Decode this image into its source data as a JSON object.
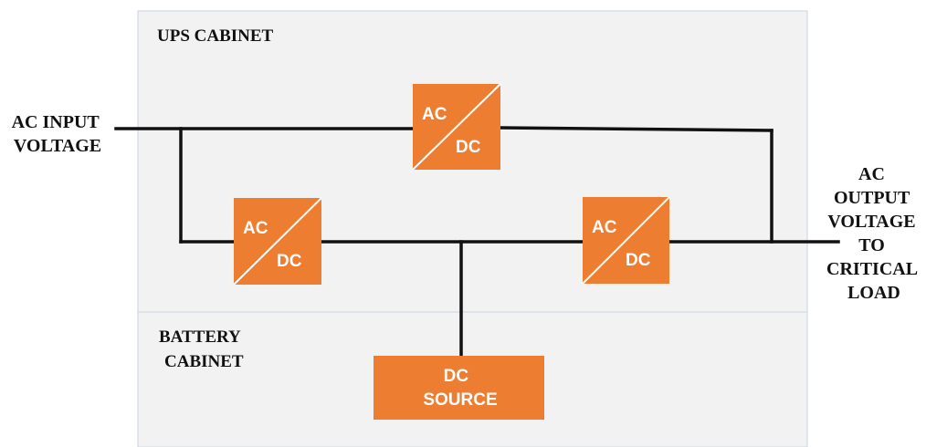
{
  "colors": {
    "cabinet_fill": "#f2f2f2",
    "cabinet_border": "#c9d3e0",
    "converter_fill": "#ed7d31",
    "wire": "#111111"
  },
  "ups_cabinet": {
    "label": "UPS CABINET"
  },
  "battery_cabinet": {
    "label_lines": [
      "BATTERY",
      "CABINET"
    ]
  },
  "input": {
    "label_lines": [
      "AC INPUT",
      "VOLTAGE"
    ]
  },
  "output": {
    "label_lines": [
      "AC",
      "OUTPUT",
      "VOLTAGE",
      "TO",
      "CRITICAL",
      "LOAD"
    ]
  },
  "converters": {
    "top": {
      "top_text": "AC",
      "bottom_text": "DC"
    },
    "left": {
      "top_text": "AC",
      "bottom_text": "DC"
    },
    "right": {
      "top_text": "AC",
      "bottom_text": "DC"
    }
  },
  "dc_source": {
    "label_lines": [
      "DC",
      "SOURCE"
    ]
  }
}
